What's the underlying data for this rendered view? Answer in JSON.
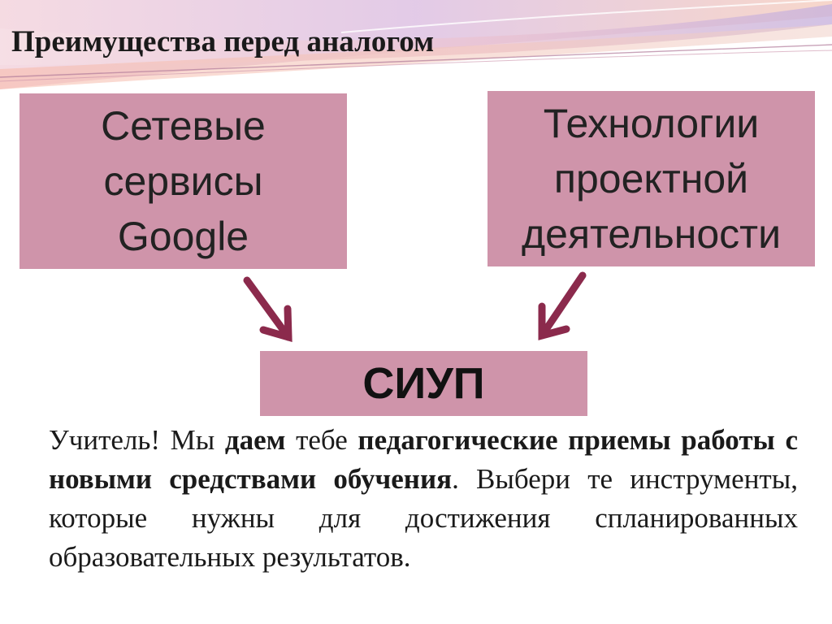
{
  "slide": {
    "title": "Преимущества перед аналогом",
    "box_left": {
      "text": "Сетевые\nсервисы\nGoogle"
    },
    "box_right": {
      "text": "Технологии\nпроектной\nдеятельности"
    },
    "box_center": {
      "text": "СИУП"
    },
    "body": {
      "part1": "Учитель! Мы ",
      "part2_bold": "даем",
      "part3": " тебе ",
      "part4_bold": "педагогические приемы работы с новыми средствами обучения",
      "part5": ". Выбери те инструменты, которые нужны для достижения спланированных образовательных результатов."
    }
  },
  "colors": {
    "box_fill": "#cf94aa",
    "arrow": "#8b2a4c",
    "banner_pink": "#e8b7c6",
    "banner_lilac": "#c9b5dc",
    "banner_peach": "#f0c2b4"
  }
}
